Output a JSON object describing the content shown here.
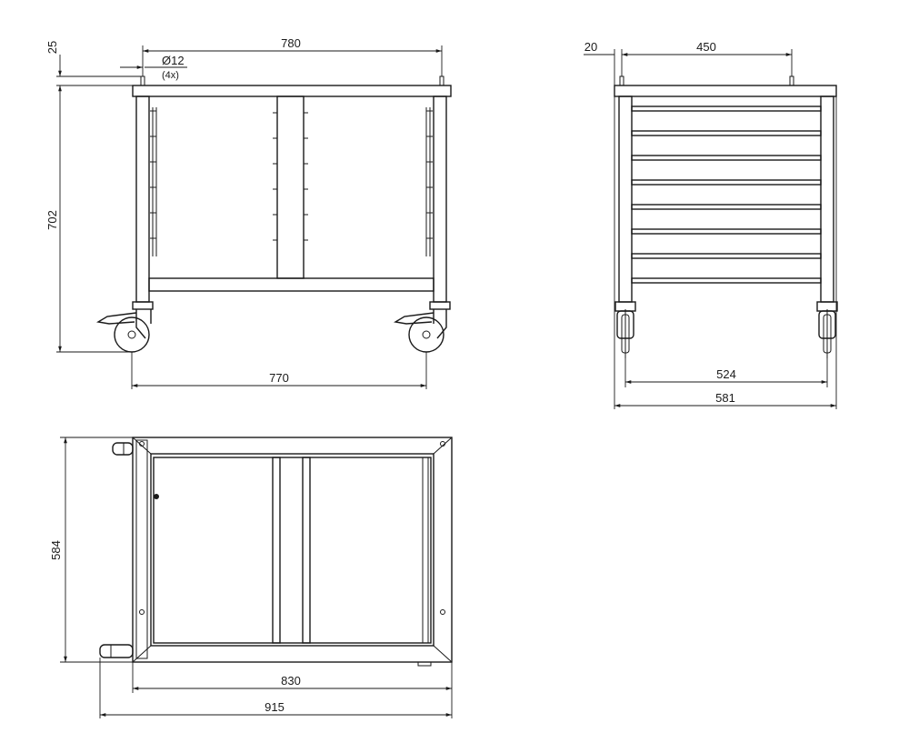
{
  "front_view": {
    "overall_width": "780",
    "top_offset": "25",
    "hole_diameter": "Ø12",
    "hole_count": "(4x)",
    "height": "702",
    "wheelbase": "770"
  },
  "side_view": {
    "top_offset": "20",
    "pin_spacing": "450",
    "wheel_track": "524",
    "overall_depth": "581"
  },
  "top_view": {
    "depth": "584",
    "frame_width": "830",
    "overall_length": "915"
  }
}
